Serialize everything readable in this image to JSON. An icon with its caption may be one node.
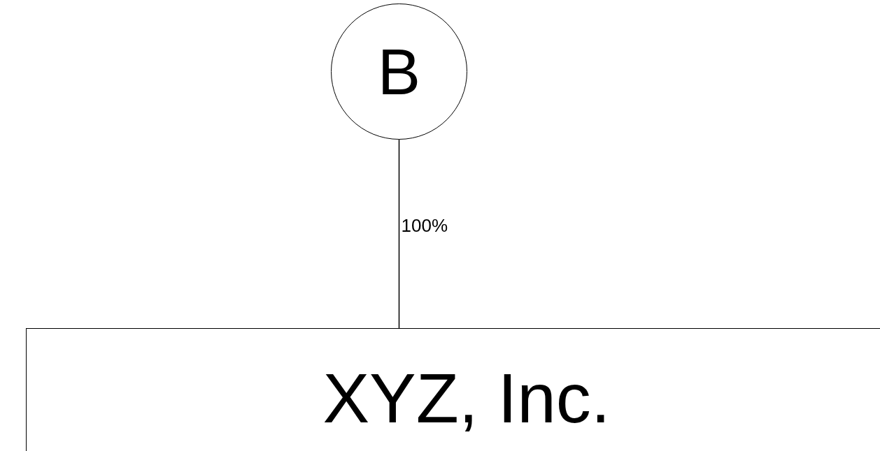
{
  "diagram": {
    "nodes": [
      {
        "text": [
          "B"
        ]
      },
      {
        "text": [
          "XYZ, Inc."
        ]
      }
    ],
    "edges": [
      {
        "from": 0,
        "to": 1,
        "arrow": "none",
        "label": "100%"
      }
    ]
  }
}
